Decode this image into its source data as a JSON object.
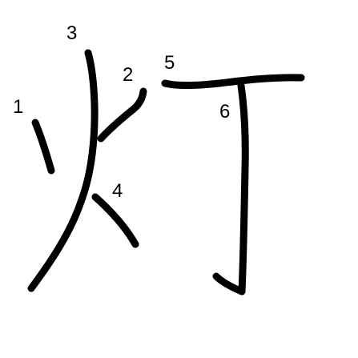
{
  "character": "灯",
  "stroke_color": "#000000",
  "background_color": "#ffffff",
  "stroke_numbers": [
    "1",
    "2",
    "3",
    "4",
    "5",
    "6"
  ]
}
